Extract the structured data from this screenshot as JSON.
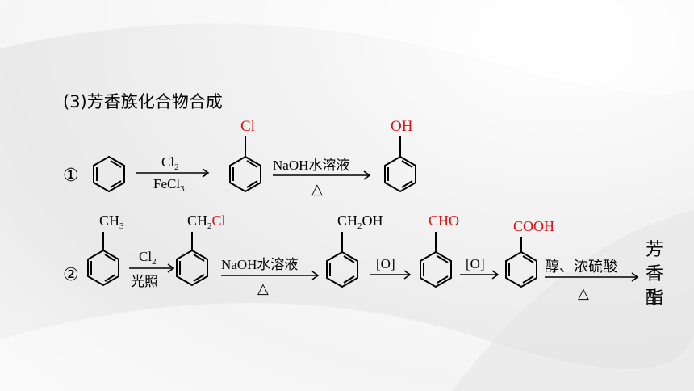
{
  "heading": "(3)芳香族化合物合成",
  "route1": {
    "marker": "①",
    "step1": {
      "above": "Cl",
      "above_sub": "2",
      "below": "FeCl",
      "below_sub": "3"
    },
    "intermediate_group": "Cl",
    "step2": {
      "above": "NaOH水溶液",
      "below": "△"
    },
    "product_group": "OH"
  },
  "route2": {
    "marker": "②",
    "start_group": "CH",
    "start_group_sub": "3",
    "step1": {
      "above": "Cl",
      "above_sub": "2",
      "below": "光照"
    },
    "chloride_group_a": "CH",
    "chloride_group_sub": "2",
    "chloride_group_b": "Cl",
    "step2": {
      "above": "NaOH水溶液",
      "below": "△"
    },
    "alcohol_group_a": "CH",
    "alcohol_group_sub": "2",
    "alcohol_group_b": "OH",
    "step3": {
      "above": "[O]"
    },
    "aldehyde_group": "CHO",
    "step4": {
      "above": "[O]"
    },
    "acid_group": "COOH",
    "step5": {
      "above": "醇、浓硫酸",
      "below": "△"
    },
    "product_chars": [
      "芳",
      "香",
      "酯"
    ]
  },
  "colors": {
    "highlight": "#e01010",
    "text": "#000000"
  }
}
